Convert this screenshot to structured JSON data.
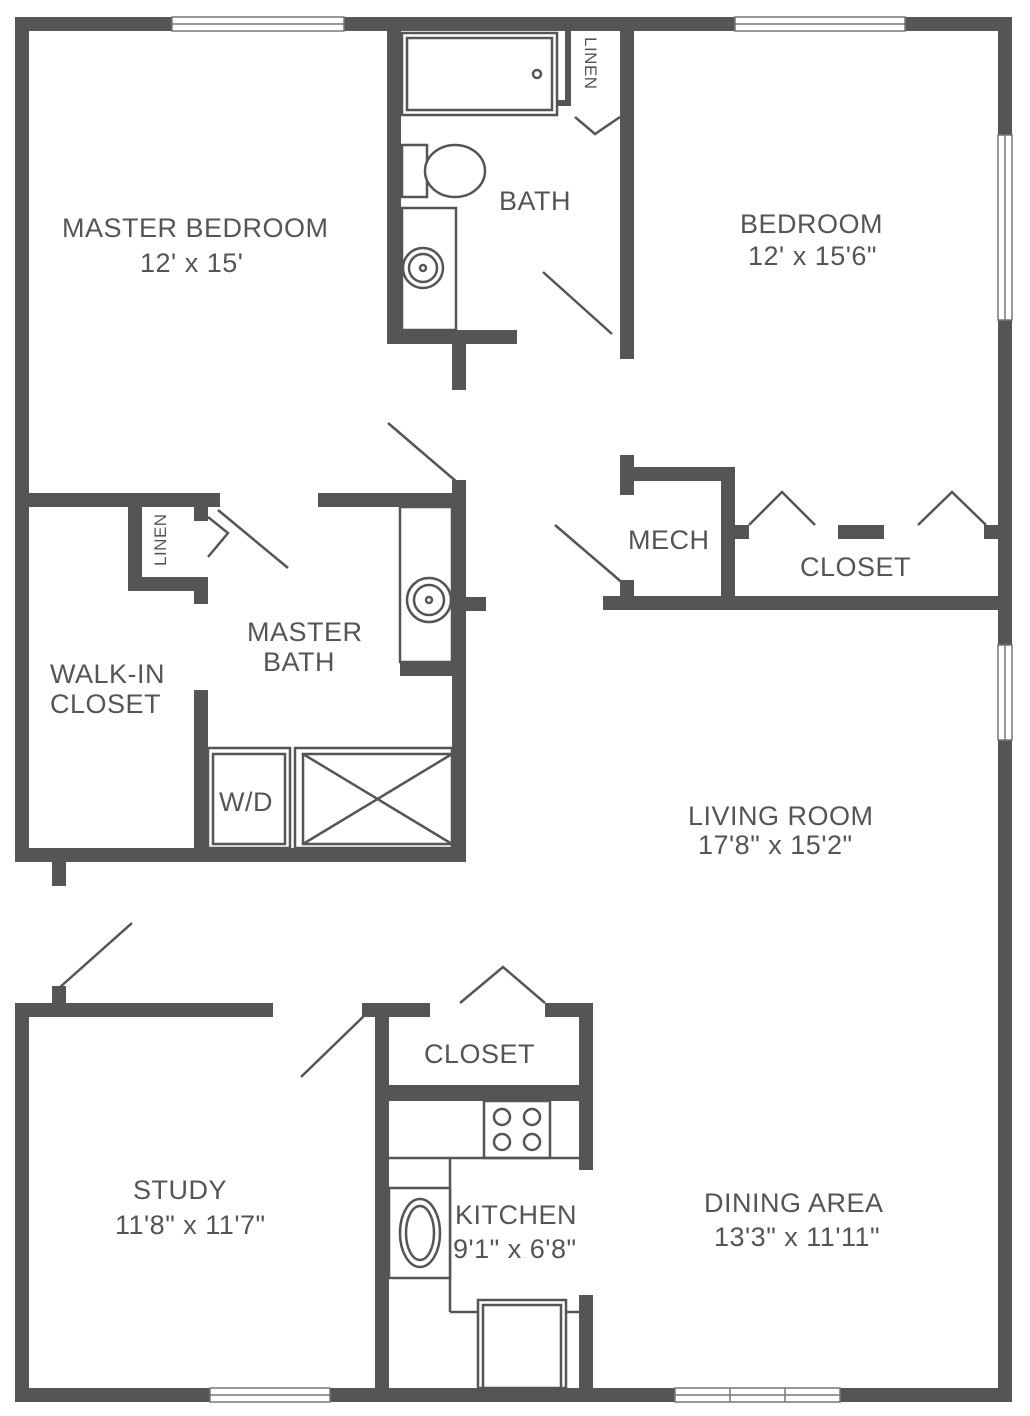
{
  "rooms": {
    "master_bedroom": {
      "name": "MASTER BEDROOM",
      "size": "12' x 15'"
    },
    "bath": {
      "name": "BATH"
    },
    "bath_linen": {
      "name": "LINEN"
    },
    "bedroom": {
      "name": "BEDROOM",
      "size": "12' x 15'6\""
    },
    "mech": {
      "name": "MECH"
    },
    "bedroom_closet": {
      "name": "CLOSET"
    },
    "master_linen": {
      "name": "LINEN"
    },
    "master_bath": {
      "name_line1": "MASTER",
      "name_line2": "BATH"
    },
    "walk_in_closet": {
      "name_line1": "WALK-IN",
      "name_line2": "CLOSET"
    },
    "washer_dryer": {
      "name": "W/D"
    },
    "living_room": {
      "name": "LIVING ROOM",
      "size": "17'8\" x 15'2\""
    },
    "study": {
      "name": "STUDY",
      "size": "11'8\" x 11'7\""
    },
    "hall_closet": {
      "name": "CLOSET"
    },
    "kitchen": {
      "name": "KITCHEN",
      "size": "9'1\" x 6'8\""
    },
    "dining_area": {
      "name": "DINING AREA",
      "size": "13'3\" x 11'11\""
    }
  }
}
